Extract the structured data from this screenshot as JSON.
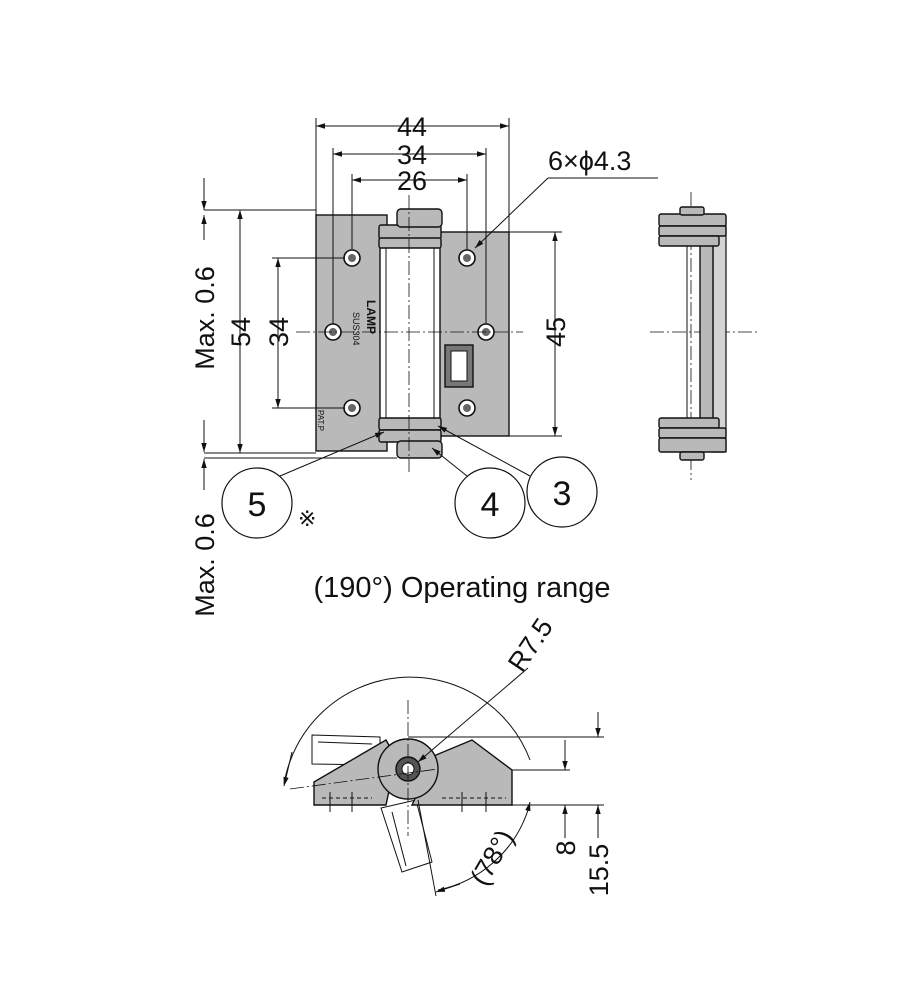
{
  "front_view": {
    "dim_overall_width": "44",
    "dim_hole_pitch_outer": "34",
    "dim_hole_pitch_inner": "26",
    "dim_holes": "6×ϕ4.3",
    "dim_height": "54",
    "dim_hole_pitch_vertical": "34",
    "dim_leaf_height": "45",
    "dim_max_top": "Max. 0.6",
    "dim_max_bottom": "Max. 0.6",
    "marking_brand": "LAMP",
    "marking_material": "SUS304",
    "marking_patent": "PAT.P"
  },
  "callouts": [
    {
      "label": "5",
      "note": "※"
    },
    {
      "label": "4"
    },
    {
      "label": "3"
    }
  ],
  "side_view": {
    "caption": "(190°) Operating range",
    "dim_radius": "R7.5",
    "dim_angle": "(78°)",
    "dim_height_small": "8",
    "dim_height_total": "15.5"
  }
}
